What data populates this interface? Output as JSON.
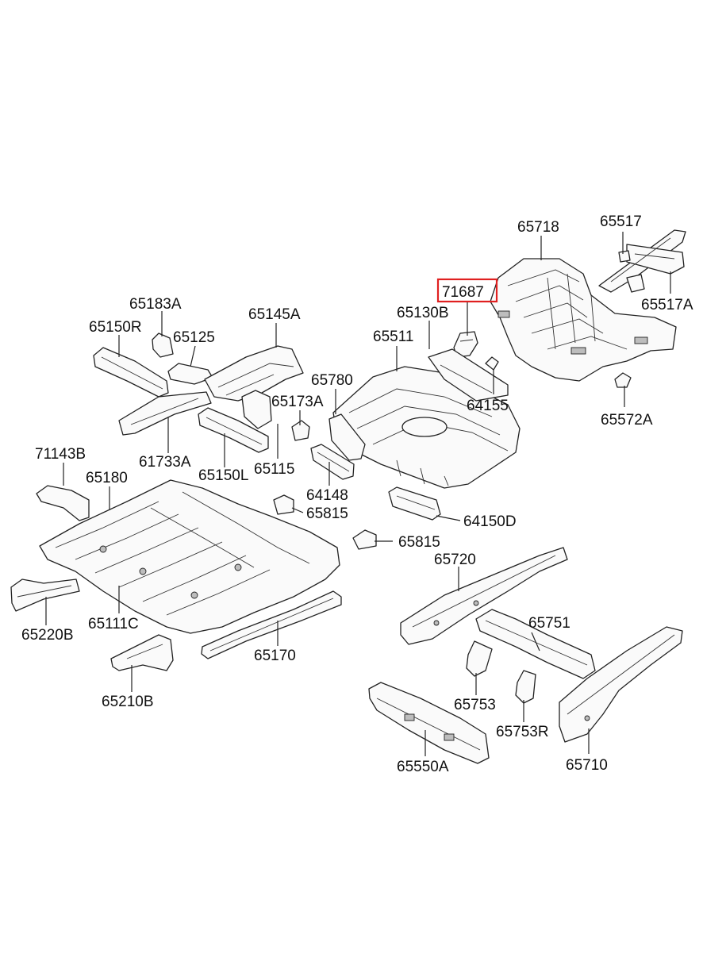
{
  "diagram": {
    "highlight_color": "#e02020",
    "highlighted_part": "71687",
    "parts": [
      {
        "id": "65718",
        "label": "65718"
      },
      {
        "id": "65517",
        "label": "65517"
      },
      {
        "id": "65517A",
        "label": "65517A"
      },
      {
        "id": "71687",
        "label": "71687"
      },
      {
        "id": "65130B",
        "label": "65130B"
      },
      {
        "id": "65511",
        "label": "65511"
      },
      {
        "id": "65183A",
        "label": "65183A"
      },
      {
        "id": "65145A",
        "label": "65145A"
      },
      {
        "id": "65150R",
        "label": "65150R"
      },
      {
        "id": "65125",
        "label": "65125"
      },
      {
        "id": "65780",
        "label": "65780"
      },
      {
        "id": "65173A",
        "label": "65173A"
      },
      {
        "id": "64155",
        "label": "64155"
      },
      {
        "id": "65572A",
        "label": "65572A"
      },
      {
        "id": "71143B",
        "label": "71143B"
      },
      {
        "id": "61733A",
        "label": "61733A"
      },
      {
        "id": "65150L",
        "label": "65150L"
      },
      {
        "id": "65115",
        "label": "65115"
      },
      {
        "id": "65180",
        "label": "65180"
      },
      {
        "id": "64148",
        "label": "64148"
      },
      {
        "id": "65815a",
        "label": "65815"
      },
      {
        "id": "64150D",
        "label": "64150D"
      },
      {
        "id": "65815b",
        "label": "65815"
      },
      {
        "id": "65720",
        "label": "65720"
      },
      {
        "id": "65220B",
        "label": "65220B"
      },
      {
        "id": "65111C",
        "label": "65111C"
      },
      {
        "id": "65170",
        "label": "65170"
      },
      {
        "id": "65751",
        "label": "65751"
      },
      {
        "id": "65210B",
        "label": "65210B"
      },
      {
        "id": "65753",
        "label": "65753"
      },
      {
        "id": "65753R",
        "label": "65753R"
      },
      {
        "id": "65550A",
        "label": "65550A"
      },
      {
        "id": "65710",
        "label": "65710"
      }
    ]
  }
}
